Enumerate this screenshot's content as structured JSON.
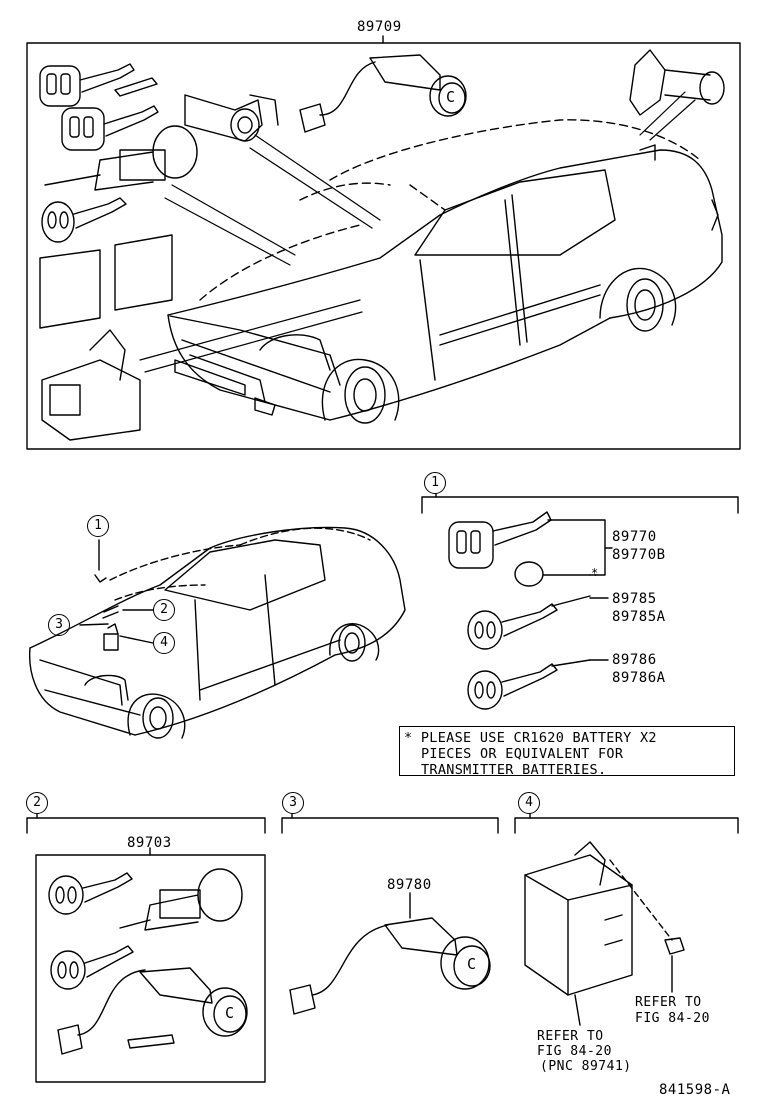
{
  "labels": {
    "top_set": "89709",
    "kit_2": "89703",
    "part_3": "89780",
    "key_a1": "89770",
    "key_a2": "89770B",
    "key_b1": "89785",
    "key_b2": "89785A",
    "key_c1": "89786",
    "key_c2": "89786A",
    "refer_right_1": "REFER TO",
    "refer_right_2": "FIG 84-20",
    "refer_bottom_1": "REFER TO",
    "refer_bottom_2": "FIG 84-20",
    "refer_bottom_3": "(PNC 89741)",
    "drawing_no": "841598-A",
    "cylinder_c_1": "C",
    "cylinder_c_2": "C",
    "cylinder_c_3": "C",
    "asterisk_mark": "*"
  },
  "callouts": {
    "c1": "1",
    "c2": "2",
    "c3": "3",
    "c4": "4",
    "h1": "1",
    "h2": "2",
    "h3": "3",
    "h4": "4"
  },
  "note": {
    "line1": "* PLEASE USE CR1620 BATTERY X2",
    "line2": "PIECES OR EQUIVALENT FOR",
    "line3": "TRANSMITTER BATTERIES."
  }
}
